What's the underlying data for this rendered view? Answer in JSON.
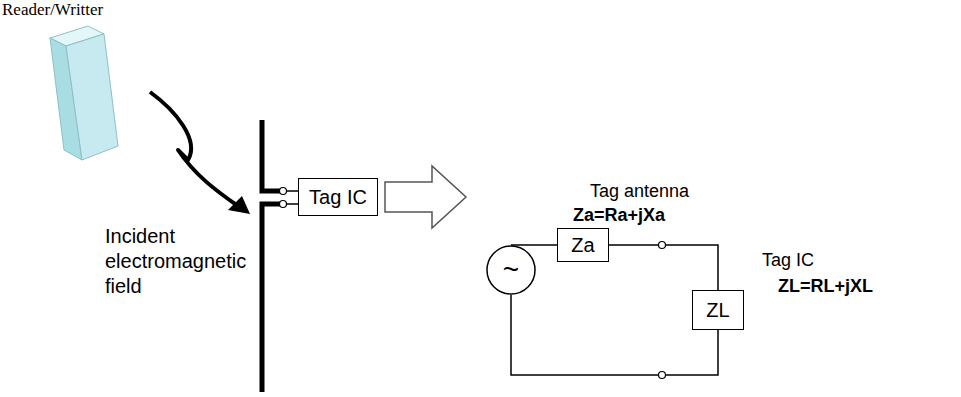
{
  "diagram": {
    "nodes": [
      {
        "text": [
          "Tag IC"
        ]
      },
      {
        "text": [
          "~"
        ]
      },
      {
        "text": [
          "Za"
        ]
      },
      {
        "text": [
          "ZL"
        ]
      }
    ],
    "edges": [
      {
        "from": 1,
        "to": 2,
        "arrow": "none"
      },
      {
        "from": 2,
        "to": 3,
        "arrow": "none"
      },
      {
        "from": 3,
        "to": 1,
        "arrow": "none"
      }
    ],
    "labels": [
      "Reader/Writter",
      "Incident electromagnetic field",
      "Tag antenna",
      "Za=Ra+jXa",
      "Tag IC",
      "ZL=RL+jXL"
    ]
  }
}
